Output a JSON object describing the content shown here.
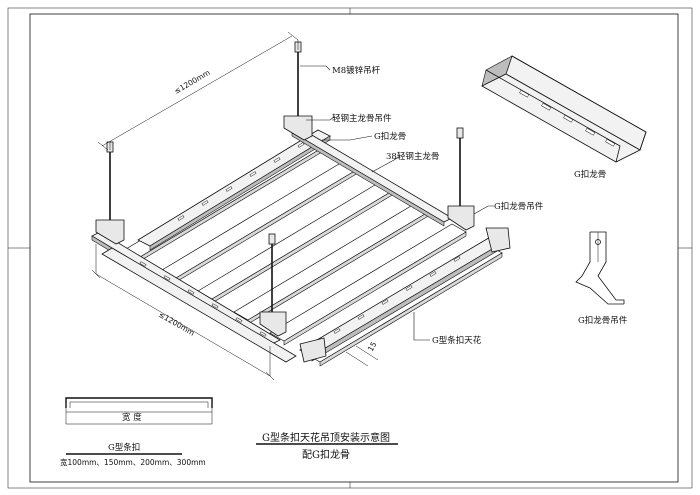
{
  "labels": {
    "rod": "M8镀锌吊杆",
    "main_keel_hanger": "轻钢主龙骨吊件",
    "g_keel": "G扣龙骨",
    "main_keel_38": "38轻钢主龙骨",
    "g_keel_hanger": "G扣龙骨吊件",
    "g_strip_ceiling": "G型条扣天花",
    "g_keel_detail": "G扣龙骨",
    "g_keel_hanger_detail": "G扣龙骨吊件"
  },
  "dimensions": {
    "top": "≤1200mm",
    "bottom": "≤1200mm",
    "gap": "15"
  },
  "profile": {
    "width_label": "宽  度",
    "caption": "G型条扣",
    "widths": "宽100mm、150mm、200mm、300mm"
  },
  "title": {
    "main": "G型条扣天花吊顶安装示意图",
    "sub": "配G扣龙骨"
  }
}
